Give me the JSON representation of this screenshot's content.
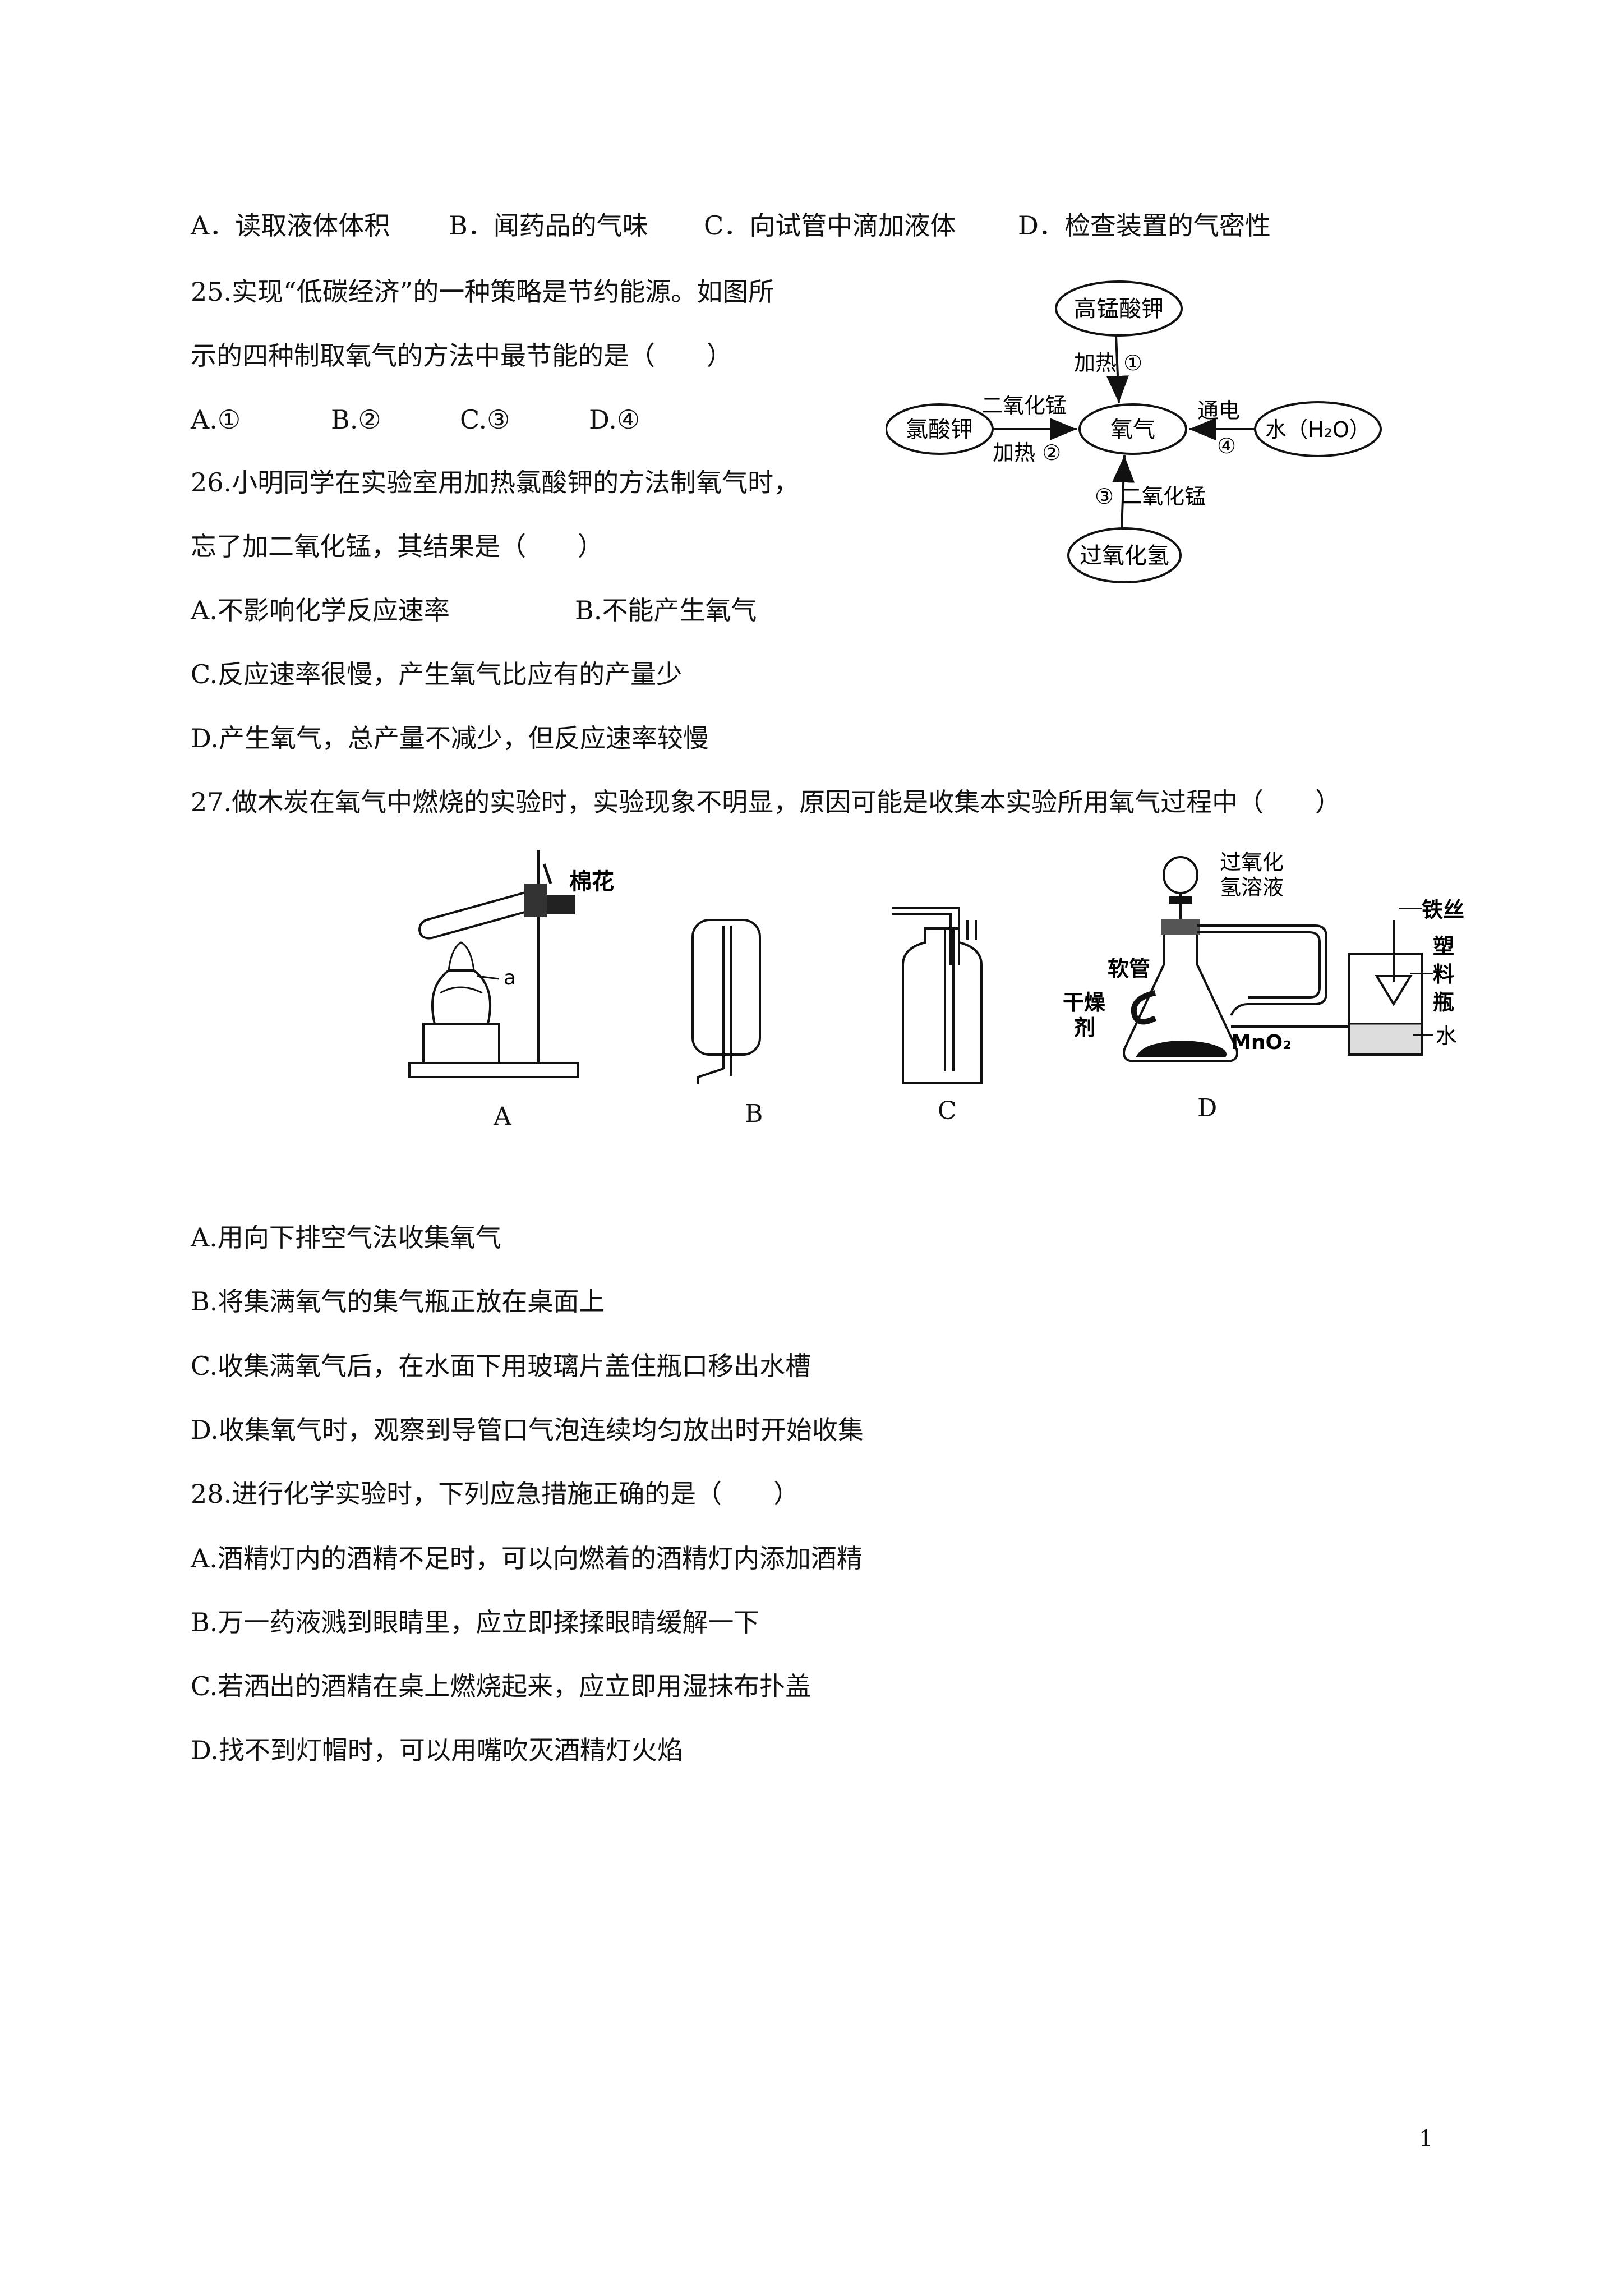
{
  "q24_options": [
    "A．读取液体体积",
    "B．闻药品的气味",
    "C．向试管中滴加液体",
    "D．检查装置的气密性"
  ],
  "q25": {
    "stem_line1": "25.实现“低碳经济”的一种策略是节约能源。如图所",
    "stem_line2": "示的四种制取氧气的方法中最节能的是（　　）",
    "options": [
      "A.①",
      "B.②",
      "C.③",
      "D.④"
    ]
  },
  "oxygen_diagram": {
    "center": "氧气",
    "top": "高锰酸钾",
    "left": "氯酸钾",
    "right": "水（H₂O）",
    "bottom": "过氧化氢",
    "top_arrow": "加热 ①",
    "left_arrow_top": "二氧化锰",
    "left_arrow_bottom": "加热 ②",
    "right_arrow_top": "通电",
    "right_arrow_bottom": "④",
    "bottom_arrow": "③ 二氧化锰"
  },
  "q26": {
    "stem_line1": "26.小明同学在实验室用加热氯酸钾的方法制氧气时，",
    "stem_line2": "忘了加二氧化锰，其结果是（　　）",
    "option_a": "A.不影响化学反应速率",
    "option_b": "B.不能产生氧气",
    "option_c": "C.反应速率很慢，产生氧气比应有的产量少",
    "option_d": "D.产生氧气，总产量不减少，但反应速率较慢"
  },
  "q27": {
    "stem": "27.做木炭在氧气中燃烧的实验时，实验现象不明显，原因可能是收集本实验所用氧气过程中（　　）",
    "figure_labels": [
      "A",
      "B",
      "C",
      "D"
    ],
    "apparatus_a_labels": {
      "cotton": "棉花",
      "a": "a"
    },
    "apparatus_d_labels": {
      "peroxide": "过氧化氢溶液",
      "hose": "软管",
      "desiccant": "干燥剂",
      "mno2": "MnO₂",
      "wire": "铁丝",
      "bottle": "塑料瓶",
      "water": "水"
    },
    "options": [
      "A.用向下排空气法收集氧气",
      "B.将集满氧气的集气瓶正放在桌面上",
      "C.收集满氧气后，在水面下用玻璃片盖住瓶口移出水槽",
      "D.收集氧气时，观察到导管口气泡连续均匀放出时开始收集"
    ]
  },
  "q28": {
    "stem": "28.进行化学实验时，下列应急措施正确的是（　　）",
    "options": [
      "A.酒精灯内的酒精不足时，可以向燃着的酒精灯内添加酒精",
      "B.万一药液溅到眼睛里，应立即揉揉眼睛缓解一下",
      "C.若洒出的酒精在桌上燃烧起来，应立即用湿抹布扑盖",
      "D.找不到灯帽时，可以用嘴吹灭酒精灯火焰"
    ]
  },
  "page_number": "1"
}
